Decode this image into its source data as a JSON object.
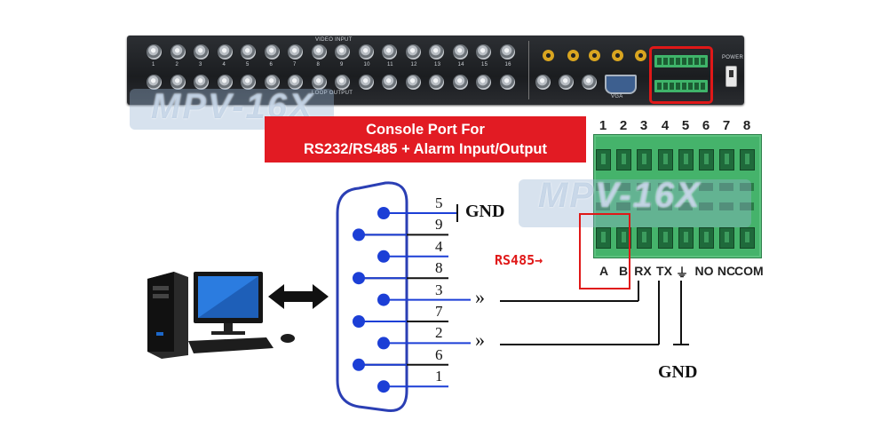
{
  "device_panel": {
    "video_input_label": "VIDEO INPUT",
    "loop_output_label": "LOOP OUTPUT",
    "vga_label": "VGA",
    "power_label": "POWER",
    "channel_numbers": [
      "1",
      "2",
      "3",
      "4",
      "5",
      "6",
      "7",
      "8",
      "9",
      "10",
      "11",
      "12",
      "13",
      "14",
      "15",
      "16"
    ]
  },
  "watermark_text": "MPV-16X",
  "callout": {
    "line1": "Console Port For",
    "line2": "RS232/RS485 + Alarm Input/Output"
  },
  "terminal": {
    "pin_numbers": [
      "1",
      "2",
      "3",
      "4",
      "5",
      "6",
      "7",
      "8"
    ],
    "pin_labels": [
      "A",
      "B",
      "RX",
      "TX",
      "⏚",
      "NO",
      "NC",
      "COM"
    ],
    "ground_icon": "ground-symbol-icon"
  },
  "rs485_label": "RS485→",
  "db9": {
    "pins_right_column": [
      "5",
      "9",
      "4",
      "8",
      "3",
      "7",
      "2",
      "6",
      "1"
    ],
    "gnd_label": "GND",
    "arrow_glyph": "»"
  },
  "gnd_bottom_label": "GND",
  "colors": {
    "callout_bg": "#e21b23",
    "terminal_green": "#45b36b",
    "pin_dot_blue": "#1c3fd6",
    "highlight_red": "#e01818"
  },
  "icons": [
    "computer-tower-icon",
    "monitor-icon",
    "keyboard-icon",
    "mouse-icon",
    "double-arrow-icon"
  ]
}
